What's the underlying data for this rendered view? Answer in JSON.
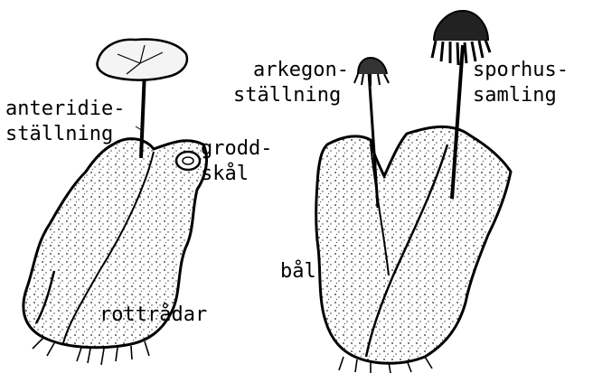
{
  "labels": {
    "antheridium_line1": "anteridie-",
    "antheridium_line2": "ställning",
    "gemma_cup_line1": "grodd-",
    "gemma_cup_line2": "skål",
    "rhizoids": "rottrådar",
    "archegonium_line1": "arkegon-",
    "archegonium_line2": "ställning",
    "sporophyte_line1": "sporhus-",
    "sporophyte_line2": "samling",
    "thallus": "bål"
  }
}
